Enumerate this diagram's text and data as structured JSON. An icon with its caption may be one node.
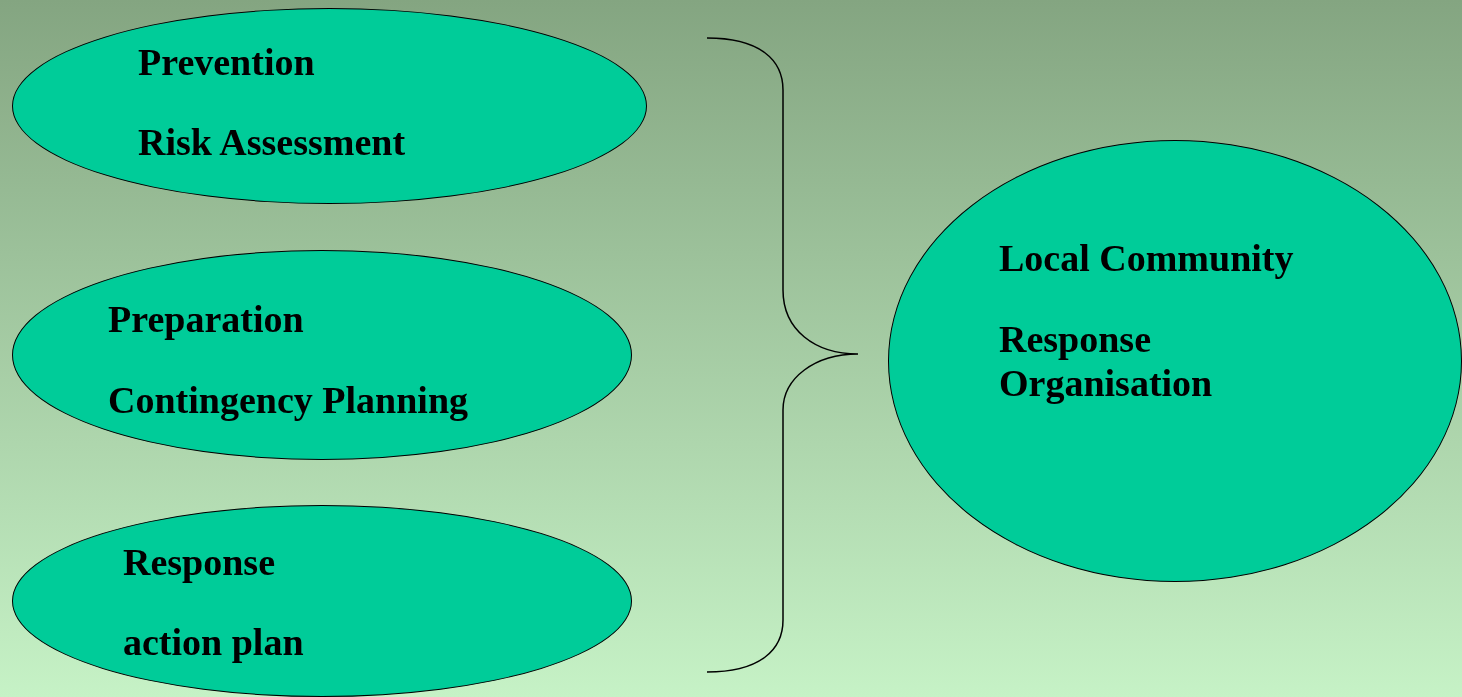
{
  "diagram": {
    "nodes": [
      {
        "text": [
          "Prevention",
          "Risk Assessment"
        ]
      },
      {
        "text": [
          "Preparation",
          "Contingency Planning"
        ]
      },
      {
        "text": [
          "Response",
          "action plan"
        ]
      },
      {
        "text": [
          "Local Community",
          "Response Organisation"
        ]
      }
    ]
  }
}
